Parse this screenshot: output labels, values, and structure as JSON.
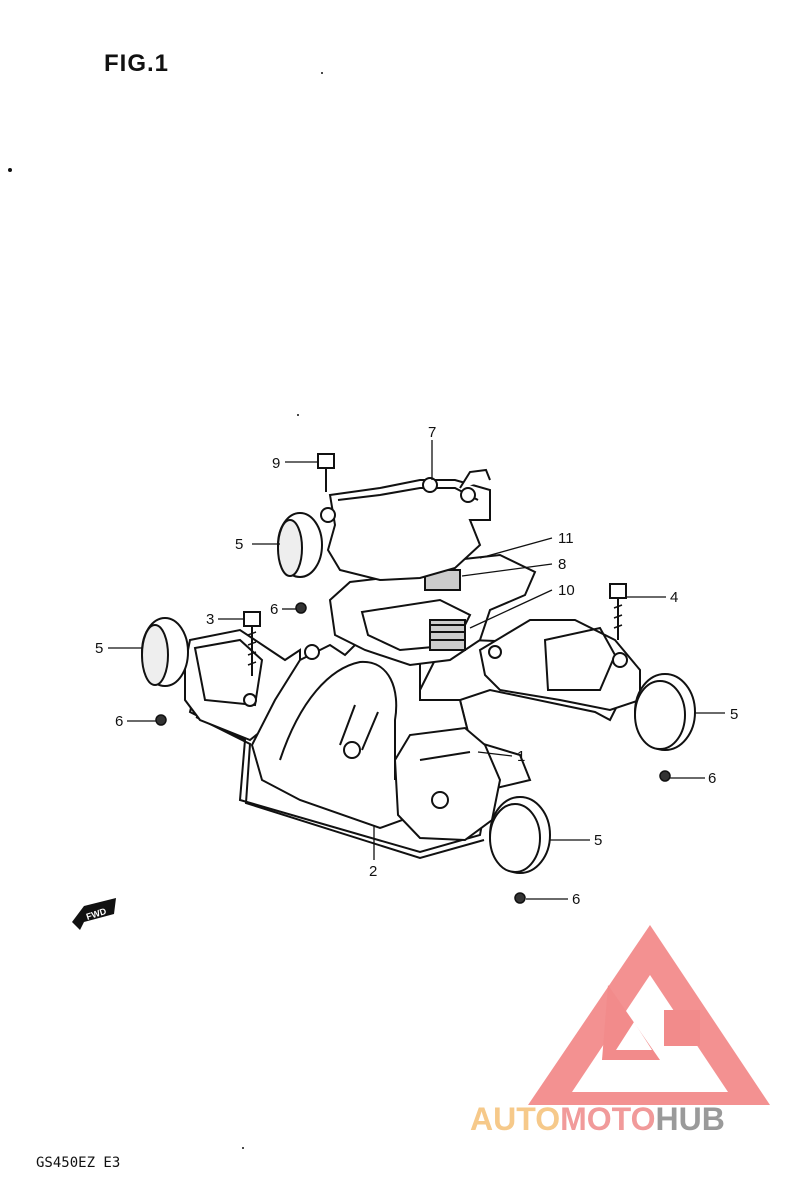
{
  "figure": {
    "title": "FIG.1",
    "model_code": "GS450EZ E3",
    "fwd_marker": "FWD"
  },
  "callouts": [
    "7",
    "9",
    "11",
    "8",
    "5",
    "10",
    "3",
    "6",
    "4",
    "5",
    "6",
    "5",
    "1",
    "6",
    "2",
    "5",
    "6"
  ],
  "watermark": {
    "part1": "AUTO",
    "part2": "MOTO",
    "part3": "HUB",
    "colors": {
      "triangle": "#f28b8b",
      "auto": "#f6c98a",
      "moto": "#f19a9a",
      "hub": "#9a9a9a"
    }
  }
}
